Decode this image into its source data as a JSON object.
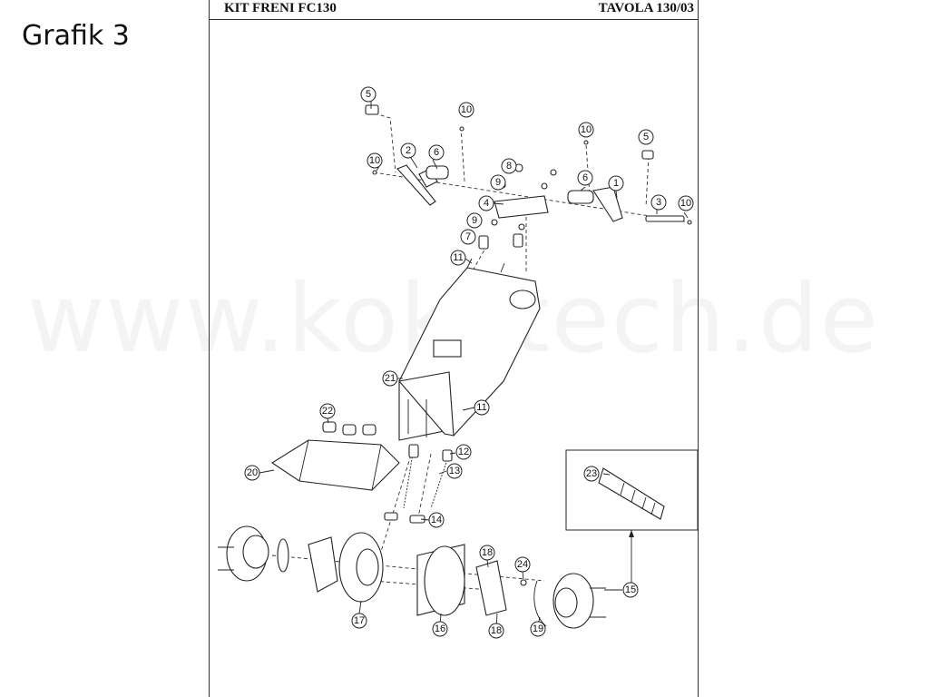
{
  "page_label": "Grafik 3",
  "header": {
    "left": "KIT FRENI FC130",
    "right": "TAVOLA 130/03"
  },
  "watermark": "www.kokotech.de",
  "parts": {
    "p1": "1",
    "p2": "2",
    "p3": "3",
    "p4": "4",
    "p5": "5",
    "p6": "6",
    "p7": "7",
    "p8": "8",
    "p9": "9",
    "p10": "10",
    "p11": "11",
    "p12": "12",
    "p13": "13",
    "p14": "14",
    "p15": "15",
    "p16": "16",
    "p17": "17",
    "p18": "18",
    "p19": "19",
    "p20": "20",
    "p21": "21",
    "p22": "22",
    "p23": "23",
    "p24": "24"
  }
}
